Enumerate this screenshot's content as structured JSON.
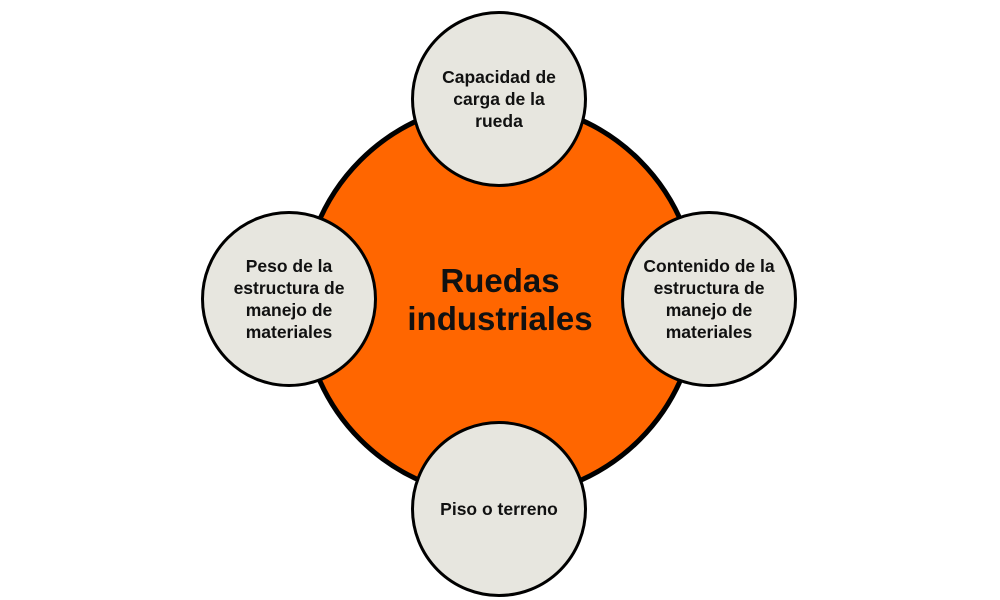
{
  "center": {
    "label": "Ruedas industriales"
  },
  "nodes": [
    {
      "label": "Capacidad de carga de la rueda"
    },
    {
      "label": "Contenido de la estructura de manejo de materiales"
    },
    {
      "label": "Piso o terreno"
    },
    {
      "label": "Peso de la estructura de manejo de materiales"
    }
  ],
  "colors": {
    "center_fill": "#FF6600",
    "node_fill": "#E7E6DF",
    "stroke": "#000000"
  }
}
